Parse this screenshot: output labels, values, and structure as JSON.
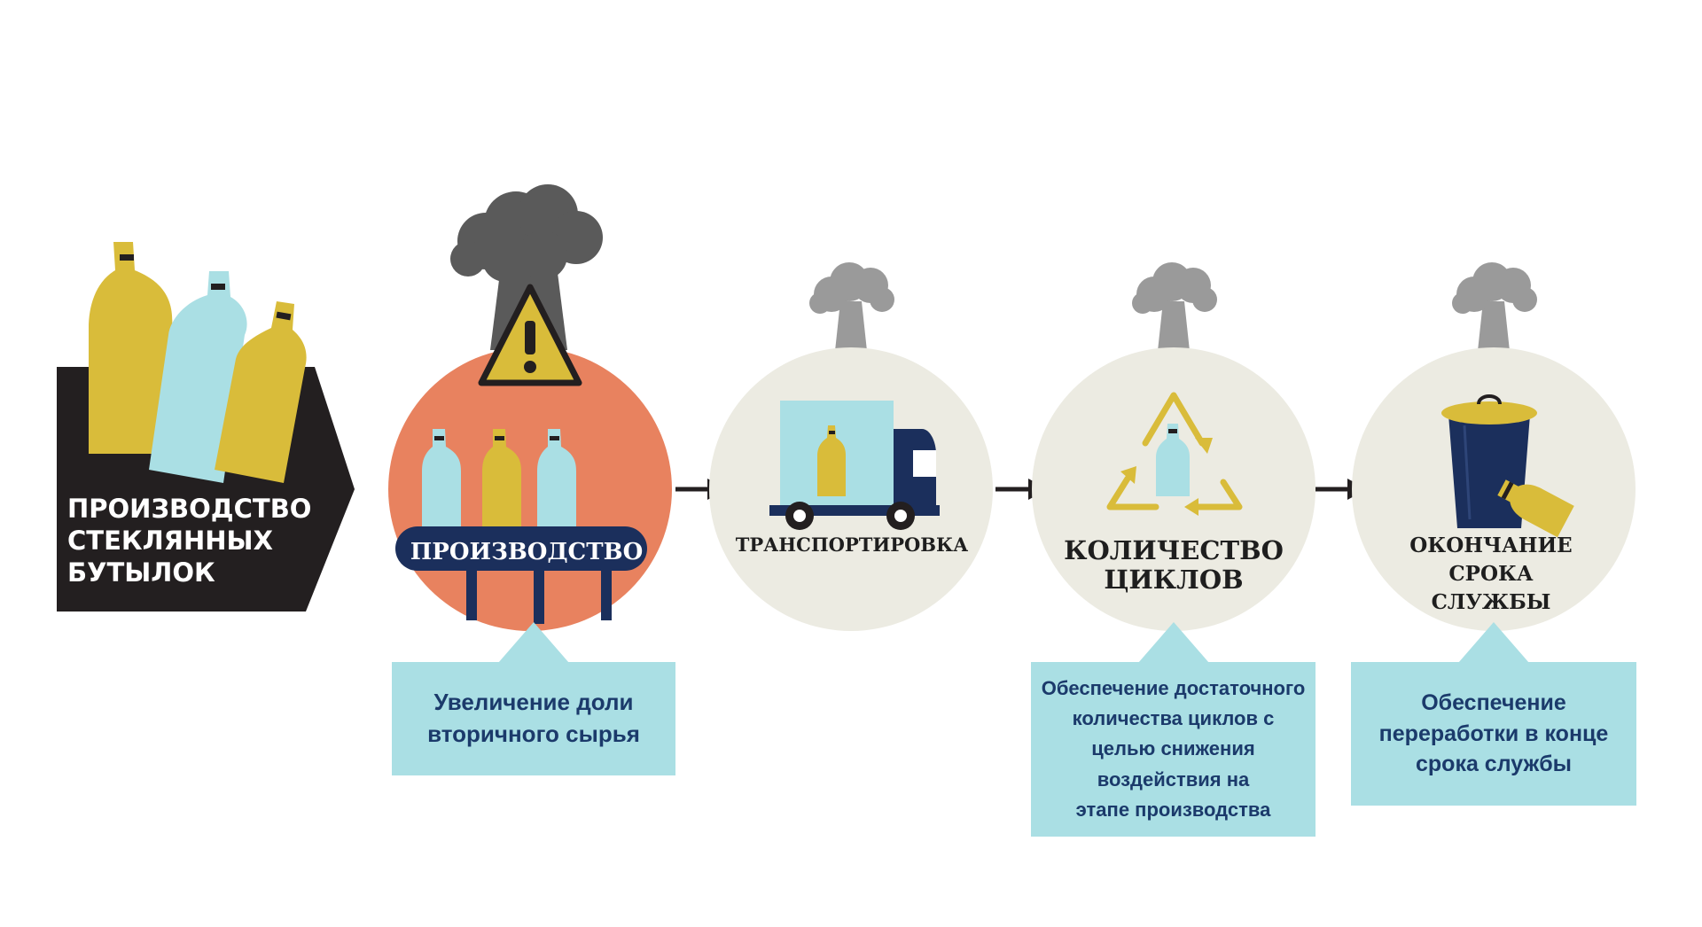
{
  "title": {
    "lines": [
      "ПРОИЗВОДСТВО",
      "СТЕКЛЯННЫХ",
      "БУТЫЛОК"
    ]
  },
  "steps": [
    {
      "id": "production",
      "label_lines": [
        "ПРОИЗВОДСТВО"
      ]
    },
    {
      "id": "transport",
      "label_lines": [
        "ТРАНСПОРТИРОВКА"
      ]
    },
    {
      "id": "cycles",
      "label_lines": [
        "КОЛИЧЕСТВО",
        "ЦИКЛОВ"
      ]
    },
    {
      "id": "end-of-life",
      "label_lines": [
        "ОКОНЧАНИЕ",
        "СРОКА",
        "СЛУЖБЫ"
      ]
    }
  ],
  "notes": {
    "production": "Увеличение доли\nвторичного сырья",
    "cycles": "Обеспечение достаточного\nколичества циклов с\nцелью снижения\nвоздействия на\nэтапе производства",
    "end_of_life": "Обеспечение\nпереработки в конце\nсрока службы"
  },
  "icons": [
    "bottles-icon",
    "smoke-cloud-icon",
    "warning-icon",
    "conveyor-icon",
    "truck-icon",
    "recycle-icon",
    "trash-bin-icon",
    "arrow-icon"
  ],
  "colors": {
    "dark": "#231f20",
    "yellow": "#d9bc3a",
    "light_blue": "#aadfe4",
    "salmon": "#e8825f",
    "navy": "#1b2f5c",
    "circle_bg": "#ecebe2",
    "smoke_dark": "#5a5a5a",
    "smoke_light": "#9a9a9a"
  }
}
